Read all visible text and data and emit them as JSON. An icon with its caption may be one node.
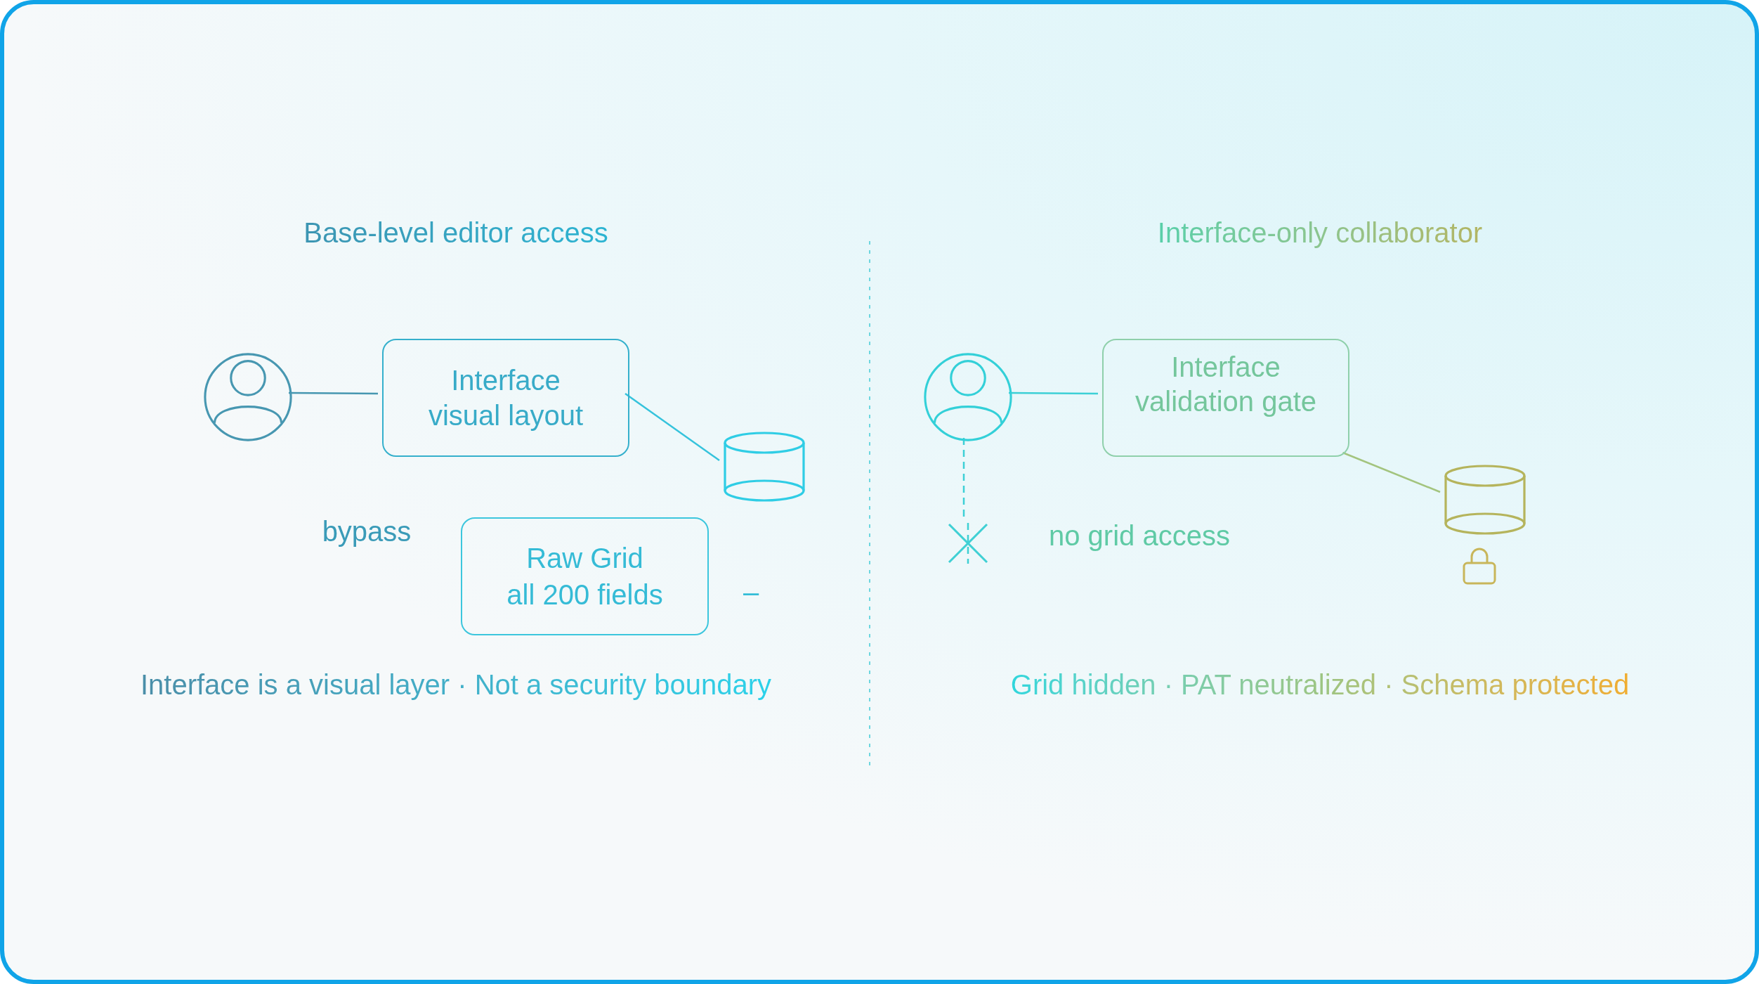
{
  "diagram": {
    "nodes": [
      {
        "text": [],
        "shape": "person"
      },
      {
        "text": [
          "Interface visual layout"
        ]
      },
      {
        "text": [],
        "shape": "cylinder"
      },
      {
        "text": [
          "Raw Grid",
          "all 200 fields"
        ]
      },
      {
        "text": [],
        "shape": "person"
      },
      {
        "text": [
          "Interface validation gate"
        ]
      },
      {
        "text": [],
        "shape": "cylinder"
      },
      {
        "text": [],
        "shape": "cross"
      }
    ],
    "edges": [
      {
        "from": 0,
        "to": 1,
        "arrow": "none",
        "color": "#4797b1"
      },
      {
        "from": 1,
        "to": 2,
        "arrow": "none",
        "color": "#35c3dc"
      },
      {
        "from": 4,
        "to": 5,
        "arrow": "none",
        "color": "#3dd0d6"
      },
      {
        "from": 5,
        "to": 6,
        "arrow": "none",
        "color": "#a3c47e"
      },
      {
        "from": 4,
        "to": 7,
        "arrow": "none",
        "style": "dashed",
        "color": "#3dd0d6"
      }
    ],
    "labels": [
      "Base-level editor access",
      "Interface-only collaborator",
      "bypass",
      "no grid access",
      "–",
      "Interface is a visual layer · Not a security boundary",
      "Grid hidden · PAT neutralized · Schema protected"
    ]
  }
}
